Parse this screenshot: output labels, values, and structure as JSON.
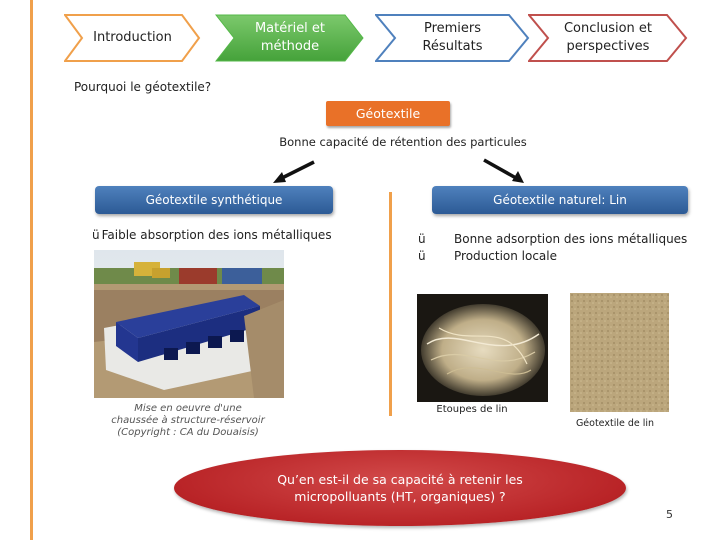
{
  "nav": {
    "steps": [
      {
        "label": "Introduction",
        "color": "#ffffff",
        "border": "#f0a04b"
      },
      {
        "label": "Matériel et\nméthode",
        "color": "#54b848",
        "border": "#54b848"
      },
      {
        "label": "Premiers\nRésultats",
        "color": "#ffffff",
        "border": "#4f81bd"
      },
      {
        "label": "Conclusion et\nperspectives",
        "color": "#ffffff",
        "border": "#c0504d"
      }
    ]
  },
  "question": "Pourquoi le géotextile?",
  "geotextile_tag": "Géotextile",
  "retention_text": "Bonne capacité de rétention des particules",
  "left": {
    "title": "Géotextile synthétique",
    "check": "ü",
    "bullet": "Faible absorption des ions métalliques",
    "photo_caption": "Mise en oeuvre d'une\nchaussée à structure-réservoir\n(Copyright : CA du Douaisis)"
  },
  "right": {
    "title": "Géotextile naturel: Lin",
    "bullets": [
      {
        "check": "ü",
        "text": "Bonne adsorption des ions métalliques"
      },
      {
        "check": "ü",
        "text": "Production locale"
      }
    ],
    "fiber_caption": "Etoupes de lin",
    "lin_caption": "Géotextile de lin"
  },
  "closing_question": "Qu’en est-il de sa capacité à retenir les micropolluants (HT, organiques) ?",
  "page_number": "5",
  "colors": {
    "accent_orange": "#f0a04b",
    "tag_orange": "#e97128",
    "blue": "#4f81bd",
    "green": "#54b848",
    "red": "#c0504d",
    "ellipse_red": "#b92427"
  }
}
